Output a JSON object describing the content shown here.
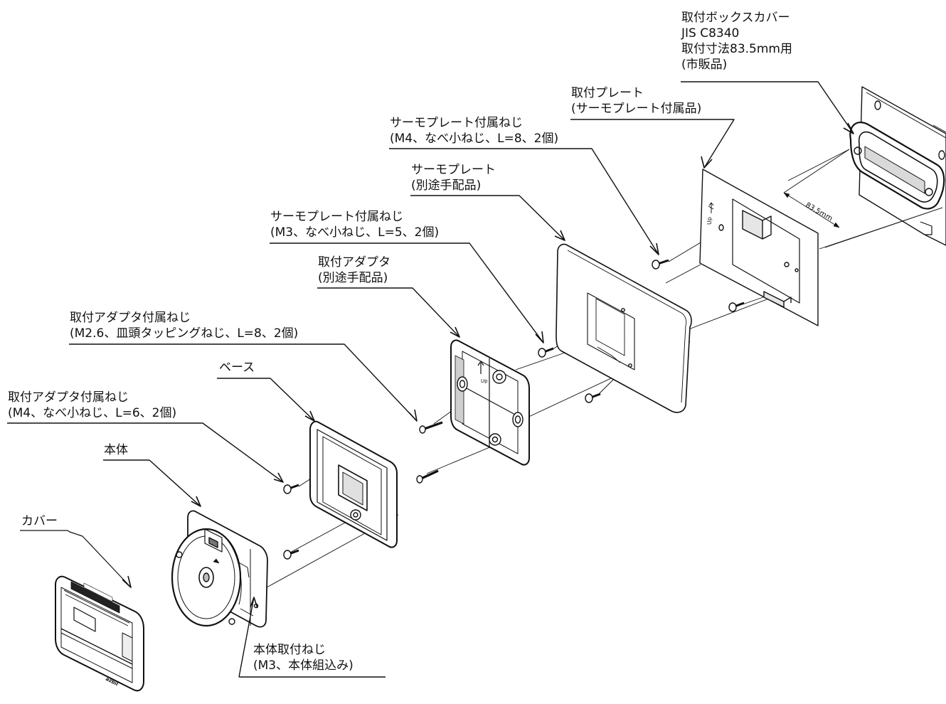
{
  "labels": {
    "box_cover": [
      "取付ボックスカバー",
      "JIS C8340",
      "取付寸法83.5mm用",
      "(市販品)"
    ],
    "mounting_plate": [
      "取付プレート",
      "(サーモプレート付属品)"
    ],
    "thermo_plate_screws_m4": [
      "サーモプレート付属ねじ",
      "(M4、なべ小ねじ、L=8、2個)"
    ],
    "thermo_plate": [
      "サーモプレート",
      "(別途手配品)"
    ],
    "thermo_plate_screws_m3": [
      "サーモプレート付属ねじ",
      "(M3、なべ小ねじ、L=5、2個)"
    ],
    "adapter": [
      "取付アダプタ",
      "(別途手配品)"
    ],
    "adapter_screws_m26": [
      "取付アダプタ付属ねじ",
      "(M2.6、皿頭タッピングねじ、L=8、2個)"
    ],
    "base": [
      "ベース"
    ],
    "adapter_screws_m4": [
      "取付アダプタ付属ねじ",
      "(M4、なべ小ねじ、L=6、2個)"
    ],
    "body": [
      "本体"
    ],
    "cover": [
      "カバー"
    ],
    "body_screw": [
      "本体取付ねじ",
      "(M3、本体組込み)"
    ]
  },
  "dimension": "83.5mm",
  "part_markings": {
    "up": "Up",
    "logo": "azbil"
  },
  "colors": {
    "line": "#111111",
    "fill": "#ffffff",
    "shade": "#bdbdbd"
  }
}
